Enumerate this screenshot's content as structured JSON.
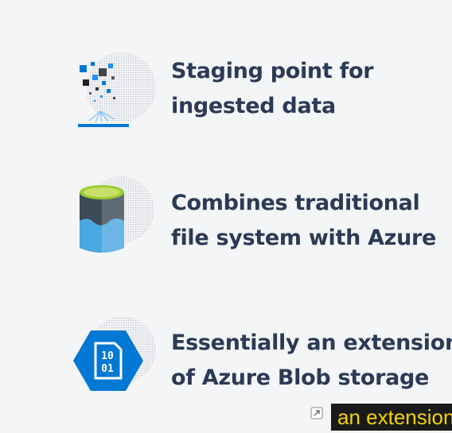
{
  "features": [
    {
      "icon": "data-staging-icon",
      "lines": [
        "Staging point for",
        "ingested data"
      ]
    },
    {
      "icon": "file-system-cylinder-icon",
      "lines": [
        "Combines traditional",
        "file system with Azure"
      ]
    },
    {
      "icon": "blob-storage-hexagon-icon",
      "lines": [
        "Essentially an extension",
        "of Azure Blob storage"
      ],
      "icon_text": [
        "10",
        "01"
      ]
    }
  ],
  "caption": {
    "text": "an extension",
    "icon": "expand-icon"
  },
  "colors": {
    "heading_text": "#2b3a55",
    "azure_blue": "#0078d4",
    "caption_text": "#f5d300",
    "caption_bg": "#1a1a1a"
  }
}
